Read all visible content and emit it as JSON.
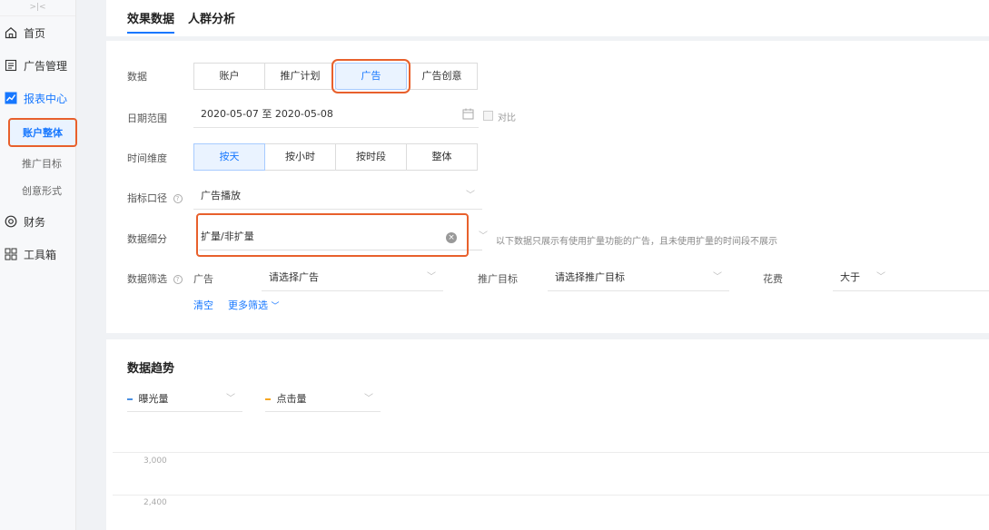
{
  "sidebar": {
    "collapse": ">|<",
    "items": [
      {
        "label": "首页"
      },
      {
        "label": "广告管理"
      },
      {
        "label": "报表中心"
      },
      {
        "label": "财务"
      },
      {
        "label": "工具箱"
      }
    ],
    "sub_items": [
      {
        "label": "账户整体"
      },
      {
        "label": "推广目标"
      },
      {
        "label": "创意形式"
      }
    ]
  },
  "tabs": [
    {
      "label": "效果数据"
    },
    {
      "label": "人群分析"
    }
  ],
  "filters": {
    "data_label": "数据",
    "data_options": [
      "账户",
      "推广计划",
      "广告",
      "广告创意"
    ],
    "date_label": "日期范围",
    "date_value": "2020-05-07 至 2020-05-08",
    "compare_label": "对比",
    "time_label": "时间维度",
    "time_options": [
      "按天",
      "按小时",
      "按时段",
      "整体"
    ],
    "metric_label": "指标口径",
    "metric_value": "广告播放",
    "breakdown_label": "数据细分",
    "breakdown_value": "扩量/非扩量",
    "breakdown_hint": "以下数据只展示有使用扩量功能的广告，且未使用扩量的时间段不展示",
    "screen_label": "数据筛选",
    "screen_ad_label": "广告",
    "screen_ad_placeholder": "请选择广告",
    "screen_goal_label": "推广目标",
    "screen_goal_placeholder": "请选择推广目标",
    "screen_cost_label": "花费",
    "screen_cost_value": "大于",
    "clear_label": "清空",
    "more_label": "更多筛选"
  },
  "trend": {
    "title": "数据趋势",
    "metrics": [
      {
        "label": "曝光量",
        "color": "#4a90e2"
      },
      {
        "label": "点击量",
        "color": "#f5a623"
      }
    ],
    "ticks": [
      "3,000",
      "2,400"
    ]
  },
  "colors": {
    "accent": "#1677ff",
    "highlight": "#e8602c"
  }
}
